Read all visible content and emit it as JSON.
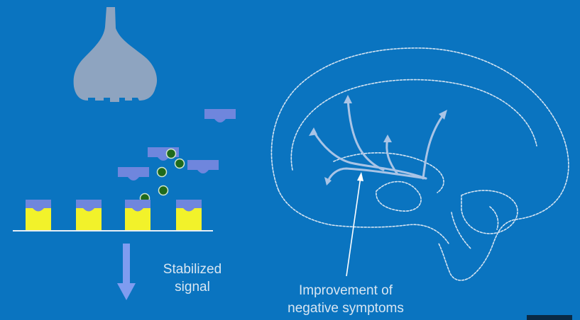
{
  "colors": {
    "background": "#0a74c0",
    "presynaptic_terminal": "#8ea4c0",
    "receptor": "#6f86dd",
    "receptor_base": "#f2f22a",
    "molecule": "#1f6a1c",
    "molecule_outline": "#cfe6cf",
    "brain_outline": "#d5e4f2",
    "pathway_arrow": "#a9c4e6",
    "caption_text": "#d8e6f2"
  },
  "labels": {
    "signal_caption": [
      "Stabilized",
      "signal"
    ],
    "improvement_caption": [
      "Improvement of",
      "negative symptoms"
    ]
  },
  "icons": {
    "presynaptic": "presynaptic-terminal-icon",
    "receptor": "receptor-icon",
    "molecule": "drug-molecule-icon",
    "signal_arrow": "down-arrow-icon",
    "brain": "brain-sagittal-outline-icon"
  },
  "counts": {
    "free_receptors": 4,
    "membrane_receptors": 4,
    "molecules": 5,
    "pathway_arrows": 5
  }
}
